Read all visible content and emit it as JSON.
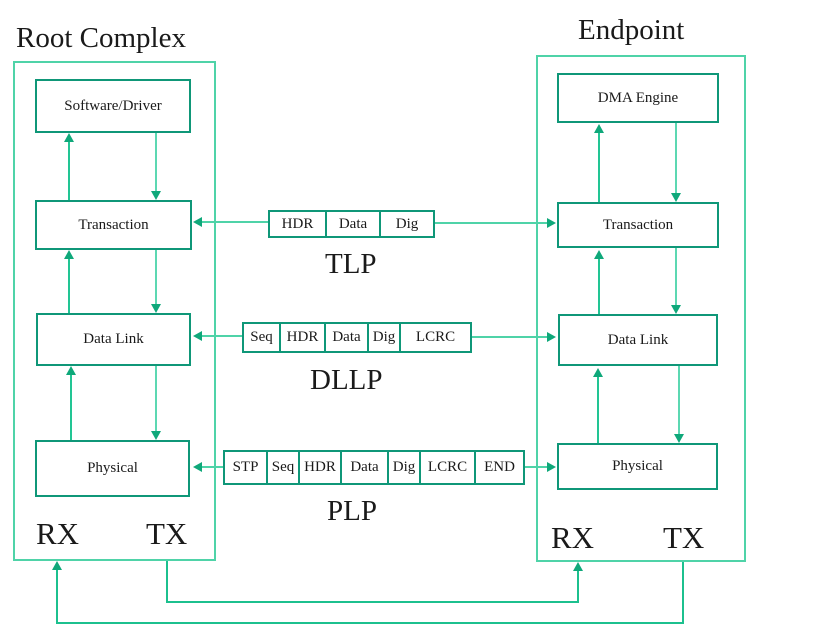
{
  "root": {
    "title": "Root Complex",
    "layers": [
      "Software/Driver",
      "Transaction",
      "Data Link",
      "Physical"
    ],
    "rx": "RX",
    "tx": "TX"
  },
  "endpoint": {
    "title": "Endpoint",
    "layers": [
      "DMA Engine",
      "Transaction",
      "Data Link",
      "Physical"
    ],
    "rx": "RX",
    "tx": "TX"
  },
  "packets": [
    {
      "label": "TLP",
      "cells": [
        "HDR",
        "Data",
        "Dig"
      ]
    },
    {
      "label": "DLLP",
      "cells": [
        "Seq",
        "HDR",
        "Data",
        "Dig",
        "LCRC"
      ]
    },
    {
      "label": "PLP",
      "cells": [
        "STP",
        "Seq",
        "HDR",
        "Data",
        "Dig",
        "LCRC",
        "END"
      ]
    }
  ],
  "colors": {
    "box-border": "#0f9778",
    "container-border": "#4fd3a8",
    "arrow-up": "#22c594",
    "arrow-down": "#5cd8b2",
    "arrow-horizontal": "#4fd3a8",
    "routing-line": "#1cc08e",
    "arrowhead": "#0fa87a",
    "text": "#1a1a1a"
  }
}
